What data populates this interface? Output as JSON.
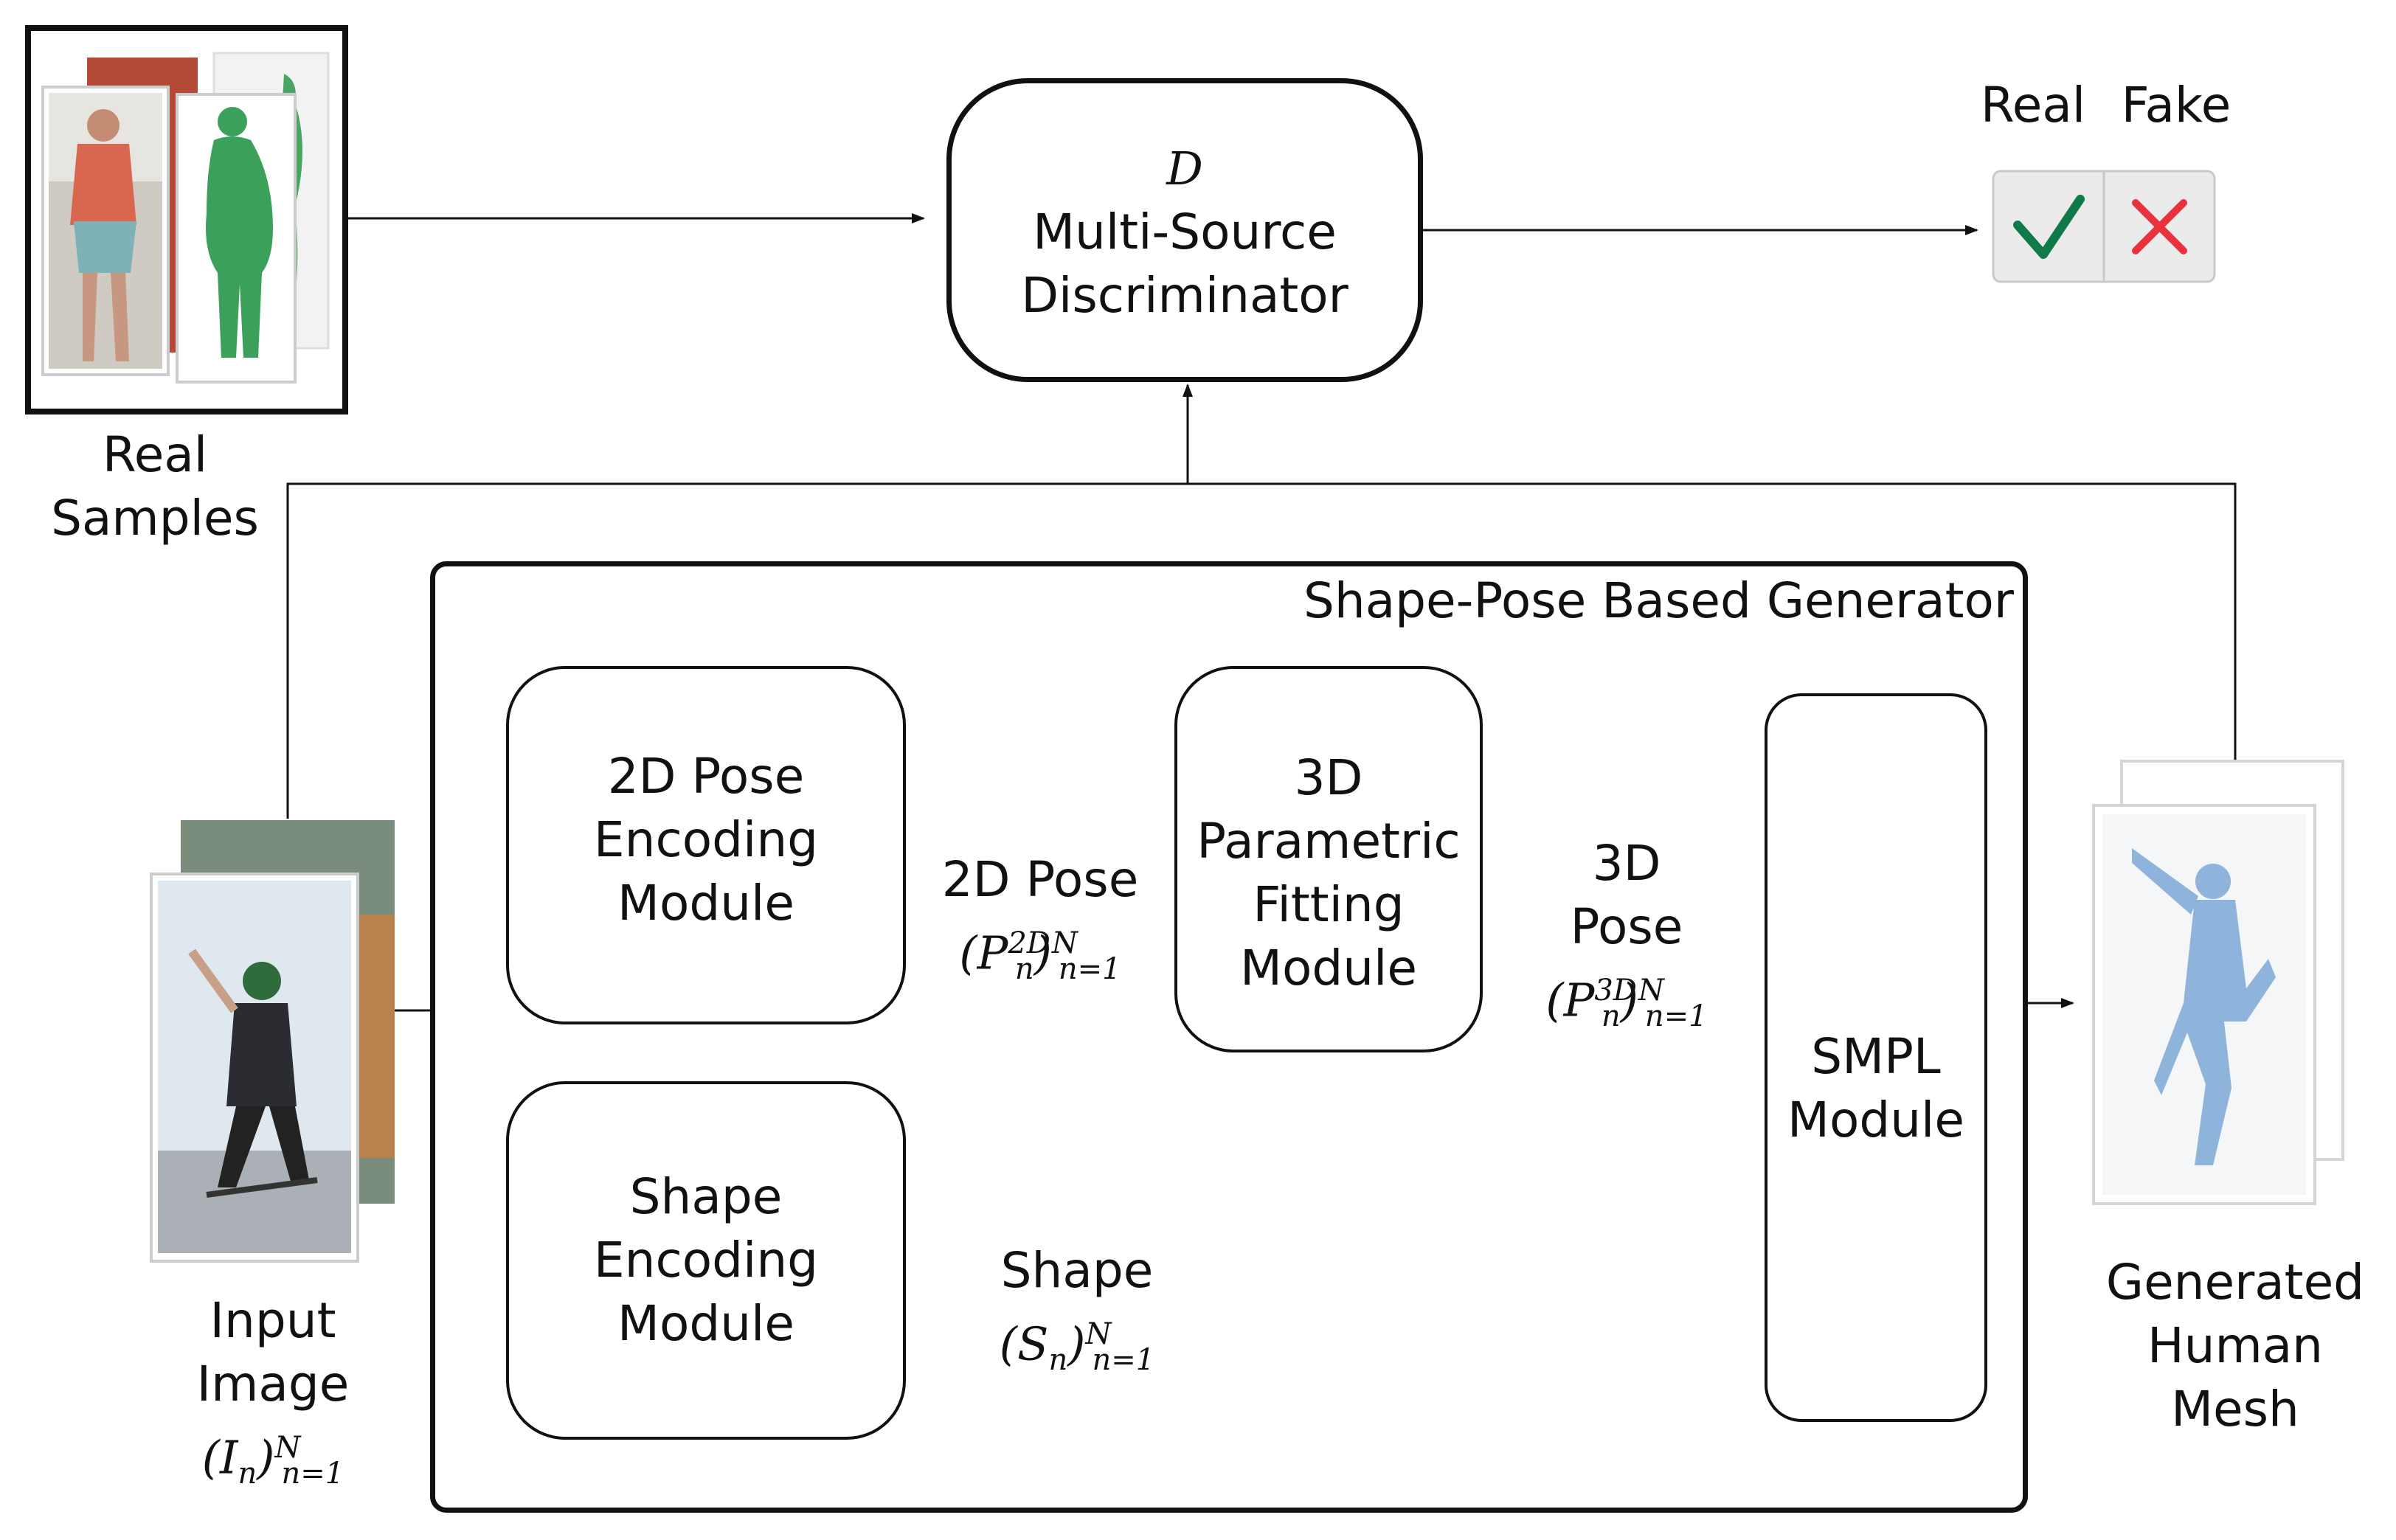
{
  "discriminator": {
    "symbol": "D",
    "line1": "Multi-Source",
    "line2": "Discriminator"
  },
  "output_labels": {
    "real": "Real",
    "fake": "Fake"
  },
  "output_icons": {
    "real": "check-icon",
    "fake": "cross-icon",
    "real_color": "#117a4b",
    "fake_color": "#e8323c"
  },
  "real_samples": {
    "line1": "Real",
    "line2": "Samples"
  },
  "generator": {
    "title": "Shape-Pose Based Generator"
  },
  "modules": {
    "pose2d": [
      "2D Pose",
      "Encoding",
      "Module"
    ],
    "fitting3d": [
      "3D",
      "Parametric",
      "Fitting",
      "Module"
    ],
    "shape": [
      "Shape",
      "Encoding",
      "Module"
    ],
    "smpl": [
      "SMPL",
      "Module"
    ]
  },
  "edges": {
    "pose2d": {
      "label": "2D Pose",
      "var": "P",
      "sup": "2D",
      "sub": "n",
      "limit_top": "N",
      "limit_bottom": "n=1"
    },
    "pose3d": {
      "label1": "3D",
      "label2": "Pose",
      "var": "P",
      "sup": "3D",
      "sub": "n",
      "limit_top": "N",
      "limit_bottom": "n=1"
    },
    "shape": {
      "label": "Shape",
      "var": "S",
      "sub": "n",
      "limit_top": "N",
      "limit_bottom": "n=1"
    }
  },
  "input": {
    "line1": "Input",
    "line2": "Image",
    "var": "I",
    "sub": "n",
    "limit_top": "N",
    "limit_bottom": "n=1"
  },
  "output": {
    "line1": "Generated",
    "line2": "Human",
    "line3": "Mesh"
  },
  "colors": {
    "mesh": "#8fb4dc",
    "green_body": "#3aa05a",
    "skin": "#d8a58a"
  }
}
